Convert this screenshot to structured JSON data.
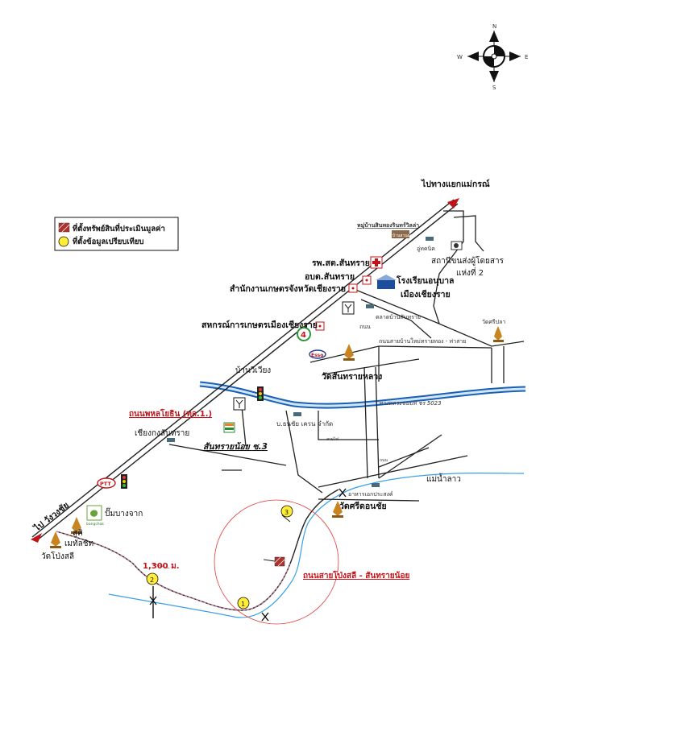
{
  "compass": {
    "north": "N",
    "south": "S",
    "east": "E",
    "west": "W"
  },
  "legend": {
    "assessed_property": "ที่ตั้งทรัพย์สินที่ประเมินมูลค่า",
    "comparable_data": "ที่ตั้งข้อมูลเปรียบเทียบ"
  },
  "labels": {
    "to_mae_kon": "ไปทางแยกแม่กรณ์",
    "village_top": "หมู่บ้านสินทองรินทร์วิลล่า",
    "hospital": "รพ.สต.สันทราย",
    "sao": "อบต.สันทราย",
    "agri_office": "สำนักงานเกษตรจังหวัดเชียงราย",
    "kindergarten_line1": "โรงเรียนอนุบาล",
    "kindergarten_line2": "เมืองเชียงราย",
    "coop": "สหกรณ์การเกษตรเมืองเชียงราย",
    "uthai": "อู่ทคนิค",
    "tc_line1": "สถานีขนส่งผู้โดยสาร",
    "tc_line2": "แห่งที่ 2",
    "market": "ตลาดบ้านสันทราย",
    "wat_sri_pan": "วัดศรีปลา",
    "ban_pong_road": "ถนนสายบ้านใหม่ทรายทอง - ท่าสาย",
    "ban_wiang": "บ้านวิเวียง",
    "wat_santrai": "วัดสันทรายหลวง",
    "rural_road": "ทางหลวงชนบท ชร 5023",
    "phahon_road": "ถนนพหลโยธิน (ทล.1.)",
    "chiang_kong": "เชียงกงสันทราย",
    "co_ltd": "บ.ธนชัย เครน จำกัด",
    "santrai_noi": "สันทรายน้อย ซ.3",
    "mae_lao": "แม่น้ำลาว",
    "restaurant": "อาหารเอกประสงค์",
    "wat_sri_don": "วัดศรีดอนชัย",
    "to_wiang": "ไป วังวงชัย",
    "gas_station": "ปั๊มบางจาก",
    "sukhi_line1": "สุคิ",
    "sukhi_line2": "เมทัลชิท",
    "wat_pong": "วัดโป่งสลี",
    "distance": "1,300 ม.",
    "pong_road": "ถนนสายโป่งสลี - สันทรายน้อย",
    "ptt_logo": "PTT",
    "esso_logo": "Esso",
    "bangchak_logo": "bangchak",
    "village_sign": "บ้านสวนผล",
    "rd_small": "ถนน",
    "gas_sign_1": "สายไฟ",
    "gas_sign_2": "ถนน"
  },
  "markers": [
    {
      "id": "1"
    },
    {
      "id": "2"
    },
    {
      "id": "3"
    }
  ],
  "colors": {
    "river": "#3aa0e6",
    "canal": "#1b5fb4",
    "accent_red": "#c0141a",
    "marker_yellow": "#ffee33",
    "buffer_circle": "#e23a3a"
  }
}
